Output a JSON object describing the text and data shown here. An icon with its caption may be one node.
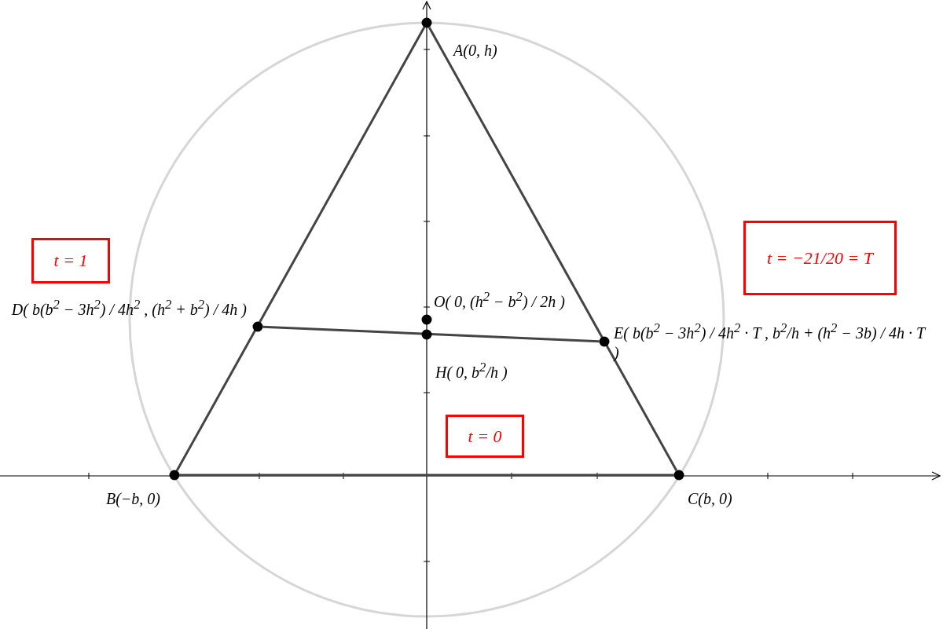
{
  "diagram": {
    "nodes": [
      {
        "text": [],
        "shape": "circle",
        "beside": [
          "A(0, h)"
        ]
      },
      {
        "text": [],
        "shape": "circle",
        "beside": [
          "B(−b, 0)"
        ]
      },
      {
        "text": [],
        "shape": "circle",
        "beside": [
          "C(b, 0)"
        ]
      },
      {
        "text": [],
        "shape": "circle",
        "beside": [
          "D( b(b$^{2}$ − 3h$^{2}$) / 4h$^{2}$ , (h$^{2}$ + b$^{2}$) / 4h )"
        ]
      },
      {
        "text": [],
        "shape": "circle",
        "beside": [
          "E( b(b$^{2}$ − 3h$^{2}$) / 4h$^{2}$ · T , b$^{2}$/h + (h$^{2}$ − 3b) / 4h · T )"
        ]
      },
      {
        "text": [],
        "shape": "circle",
        "beside": [
          "O( 0, (h$^{2}$ − b$^{2}$) / 2h )"
        ]
      },
      {
        "text": [],
        "shape": "circle",
        "beside": [
          "H( 0, b$^{2}$/h )"
        ]
      },
      {
        "text": [
          "t = 1"
        ]
      },
      {
        "text": [
          "t = 0"
        ]
      },
      {
        "text": [
          "t = −21/20 = T"
        ]
      }
    ],
    "edges": [
      {
        "from": 0,
        "to": 1,
        "arrow": "none"
      },
      {
        "from": 0,
        "to": 2,
        "arrow": "none"
      },
      {
        "from": 1,
        "to": 2,
        "arrow": "none"
      },
      {
        "from": 3,
        "to": 4,
        "arrow": "none"
      }
    ]
  }
}
